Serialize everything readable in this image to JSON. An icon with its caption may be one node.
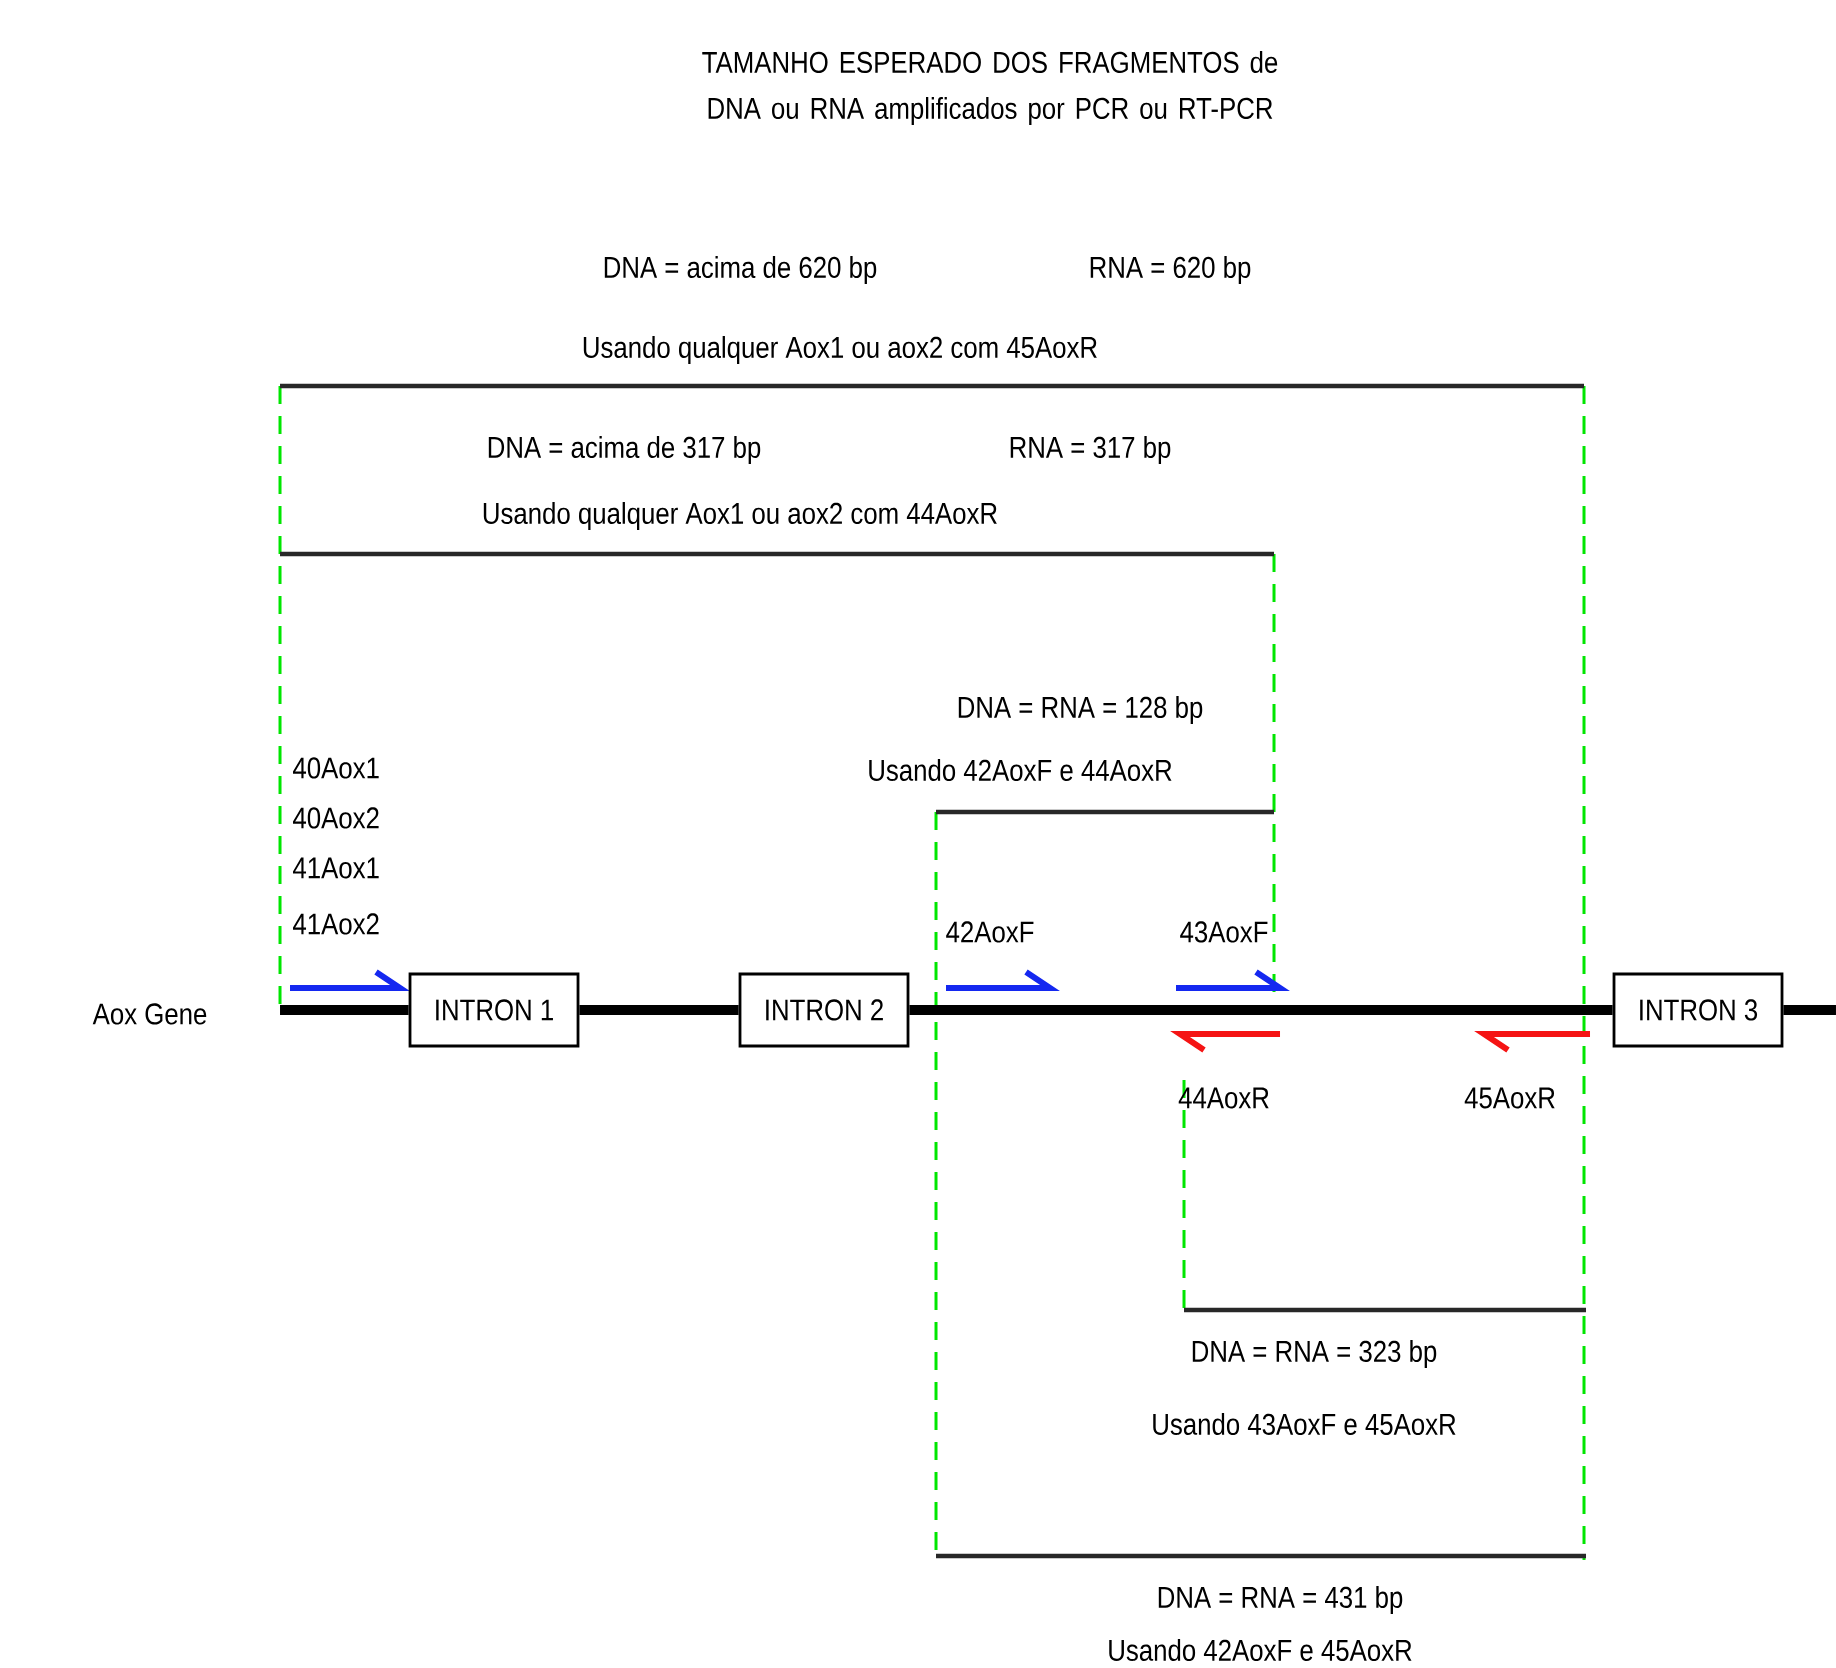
{
  "diagram": {
    "title": "TAMANHO ESPERADO DOS FRAGMENTOS de DNA ou RNA amplificados por PCR ou RT-PCR",
    "nodes": [
      {
        "text": [
          "INTRON 1"
        ]
      },
      {
        "text": [
          "INTRON 2"
        ]
      },
      {
        "text": [
          "INTRON 3"
        ]
      }
    ],
    "edges": [
      {
        "from": null,
        "to": 0,
        "arrow": "none"
      },
      {
        "from": 0,
        "to": 1,
        "arrow": "none"
      },
      {
        "from": 1,
        "to": 2,
        "arrow": "none"
      },
      {
        "from": 2,
        "to": null,
        "arrow": "none"
      }
    ],
    "labels": [
      "DNA = acima de 620 bp",
      "RNA = 620 bp",
      "Usando qualquer Aox1 ou aox2 com 45AoxR",
      "DNA = acima de 317 bp",
      "RNA = 317 bp",
      "Usando qualquer Aox1 ou aox2 com 44AoxR",
      "DNA = RNA = 128 bp",
      "40Aox1",
      "Usando 42AoxF e 44AoxR",
      "40Aox2",
      "41Aox1",
      "41Aox2",
      "42AoxF",
      "43AoxF",
      "Aox Gene",
      "44AoxR",
      "45AoxR",
      "DNA = RNA = 323 bp",
      "Usando 43AoxF e 45AoxR",
      "DNA = RNA = 431 bp",
      "Usando 42AoxF e 45AoxR"
    ]
  }
}
